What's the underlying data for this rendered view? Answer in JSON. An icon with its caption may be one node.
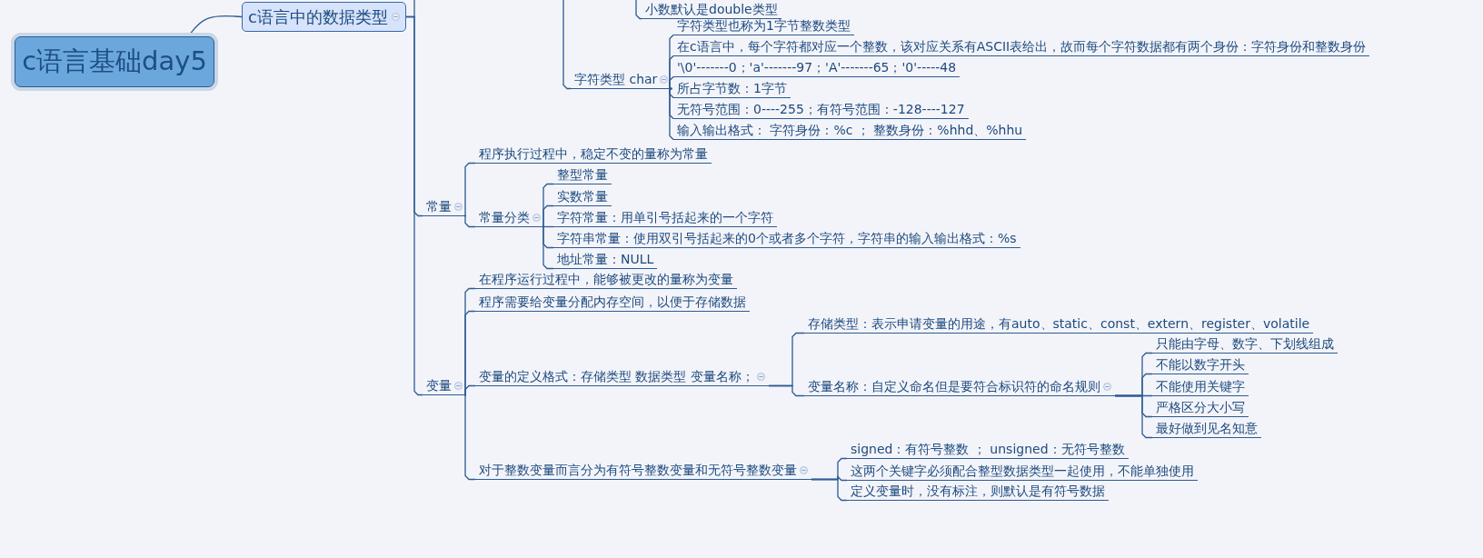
{
  "diagram": {
    "nodes": [
      {
        "text": [
          "c语言基础day5"
        ]
      },
      {
        "text": [
          "c语言中的数据类型"
        ]
      },
      {
        "text": [
          "小数默认是double类型"
        ]
      },
      {
        "text": [
          "字符类型 char"
        ]
      },
      {
        "text": [
          "字符类型也称为1字节整数类型"
        ]
      },
      {
        "text": [
          "在c语言中，每个字符都对应一个整数，该对应关系有ASCII表给出，故而每个字符数据都有两个身份：字符身份和整数身份"
        ]
      },
      {
        "text": [
          "'\\0'-------0；'a'-------97；'A'-------65；'0'-----48"
        ]
      },
      {
        "text": [
          "所占字节数：1字节"
        ]
      },
      {
        "text": [
          "无符号范围：0----255；有符号范围：-128----127"
        ]
      },
      {
        "text": [
          "输入输出格式： 字符身份：%c ； 整数身份：%hhd、%hhu"
        ]
      },
      {
        "text": [
          "常量"
        ]
      },
      {
        "text": [
          "程序执行过程中，稳定不变的量称为常量"
        ]
      },
      {
        "text": [
          "常量分类"
        ]
      },
      {
        "text": [
          "整型常量"
        ]
      },
      {
        "text": [
          "实数常量"
        ]
      },
      {
        "text": [
          "字符常量：用单引号括起来的一个字符"
        ]
      },
      {
        "text": [
          "字符串常量：使用双引号括起来的0个或者多个字符，字符串的输入输出格式：%s"
        ]
      },
      {
        "text": [
          "地址常量：NULL"
        ]
      },
      {
        "text": [
          "变量"
        ]
      },
      {
        "text": [
          "在程序运行过程中，能够被更改的量称为变量"
        ]
      },
      {
        "text": [
          "程序需要给变量分配内存空间，以便于存储数据"
        ]
      },
      {
        "text": [
          "变量的定义格式：存储类型 数据类型 变量名称；"
        ]
      },
      {
        "text": [
          "存储类型：表示申请变量的用途，有auto、static、const、extern、register、volatile"
        ]
      },
      {
        "text": [
          "变量名称：自定义命名但是要符合标识符的命名规则"
        ]
      },
      {
        "text": [
          "只能由字母、数字、下划线组成"
        ]
      },
      {
        "text": [
          "不能以数字开头"
        ]
      },
      {
        "text": [
          "不能使用关键字"
        ]
      },
      {
        "text": [
          "严格区分大小写"
        ]
      },
      {
        "text": [
          "最好做到见名知意"
        ]
      },
      {
        "text": [
          "对于整数变量而言分为有符号整数变量和无符号整数变量"
        ]
      },
      {
        "text": [
          "signed：有符号整数 ； unsigned：无符号整数"
        ]
      },
      {
        "text": [
          "这两个关键字必须配合整型数据类型一起使用，不能单独使用"
        ]
      },
      {
        "text": [
          "定义变量时，没有标注，则默认是有符号数据"
        ]
      }
    ],
    "edges": [
      {
        "from": 0,
        "to": 1,
        "arrow": "none"
      },
      {
        "from": null,
        "to": 2,
        "arrow": "none"
      },
      {
        "from": null,
        "to": 3,
        "arrow": "none"
      },
      {
        "from": 3,
        "to": 4,
        "arrow": "none"
      },
      {
        "from": 3,
        "to": 5,
        "arrow": "none"
      },
      {
        "from": 3,
        "to": 6,
        "arrow": "none"
      },
      {
        "from": 3,
        "to": 7,
        "arrow": "none"
      },
      {
        "from": 3,
        "to": 8,
        "arrow": "none"
      },
      {
        "from": 3,
        "to": 9,
        "arrow": "none"
      },
      {
        "from": 1,
        "to": 10,
        "arrow": "none"
      },
      {
        "from": 10,
        "to": 11,
        "arrow": "none"
      },
      {
        "from": 10,
        "to": 12,
        "arrow": "none"
      },
      {
        "from": 12,
        "to": 13,
        "arrow": "none"
      },
      {
        "from": 12,
        "to": 14,
        "arrow": "none"
      },
      {
        "from": 12,
        "to": 15,
        "arrow": "none"
      },
      {
        "from": 12,
        "to": 16,
        "arrow": "none"
      },
      {
        "from": 12,
        "to": 17,
        "arrow": "none"
      },
      {
        "from": 1,
        "to": 18,
        "arrow": "none"
      },
      {
        "from": 18,
        "to": 19,
        "arrow": "none"
      },
      {
        "from": 18,
        "to": 20,
        "arrow": "none"
      },
      {
        "from": 18,
        "to": 21,
        "arrow": "none"
      },
      {
        "from": 18,
        "to": 29,
        "arrow": "none"
      },
      {
        "from": 21,
        "to": 22,
        "arrow": "none"
      },
      {
        "from": 21,
        "to": 23,
        "arrow": "none"
      },
      {
        "from": 23,
        "to": 24,
        "arrow": "none"
      },
      {
        "from": 23,
        "to": 25,
        "arrow": "none"
      },
      {
        "from": 23,
        "to": 26,
        "arrow": "none"
      },
      {
        "from": 23,
        "to": 27,
        "arrow": "none"
      },
      {
        "from": 23,
        "to": 28,
        "arrow": "none"
      },
      {
        "from": 29,
        "to": 30,
        "arrow": "none"
      },
      {
        "from": 29,
        "to": 31,
        "arrow": "none"
      },
      {
        "from": 29,
        "to": 32,
        "arrow": "none"
      }
    ]
  }
}
